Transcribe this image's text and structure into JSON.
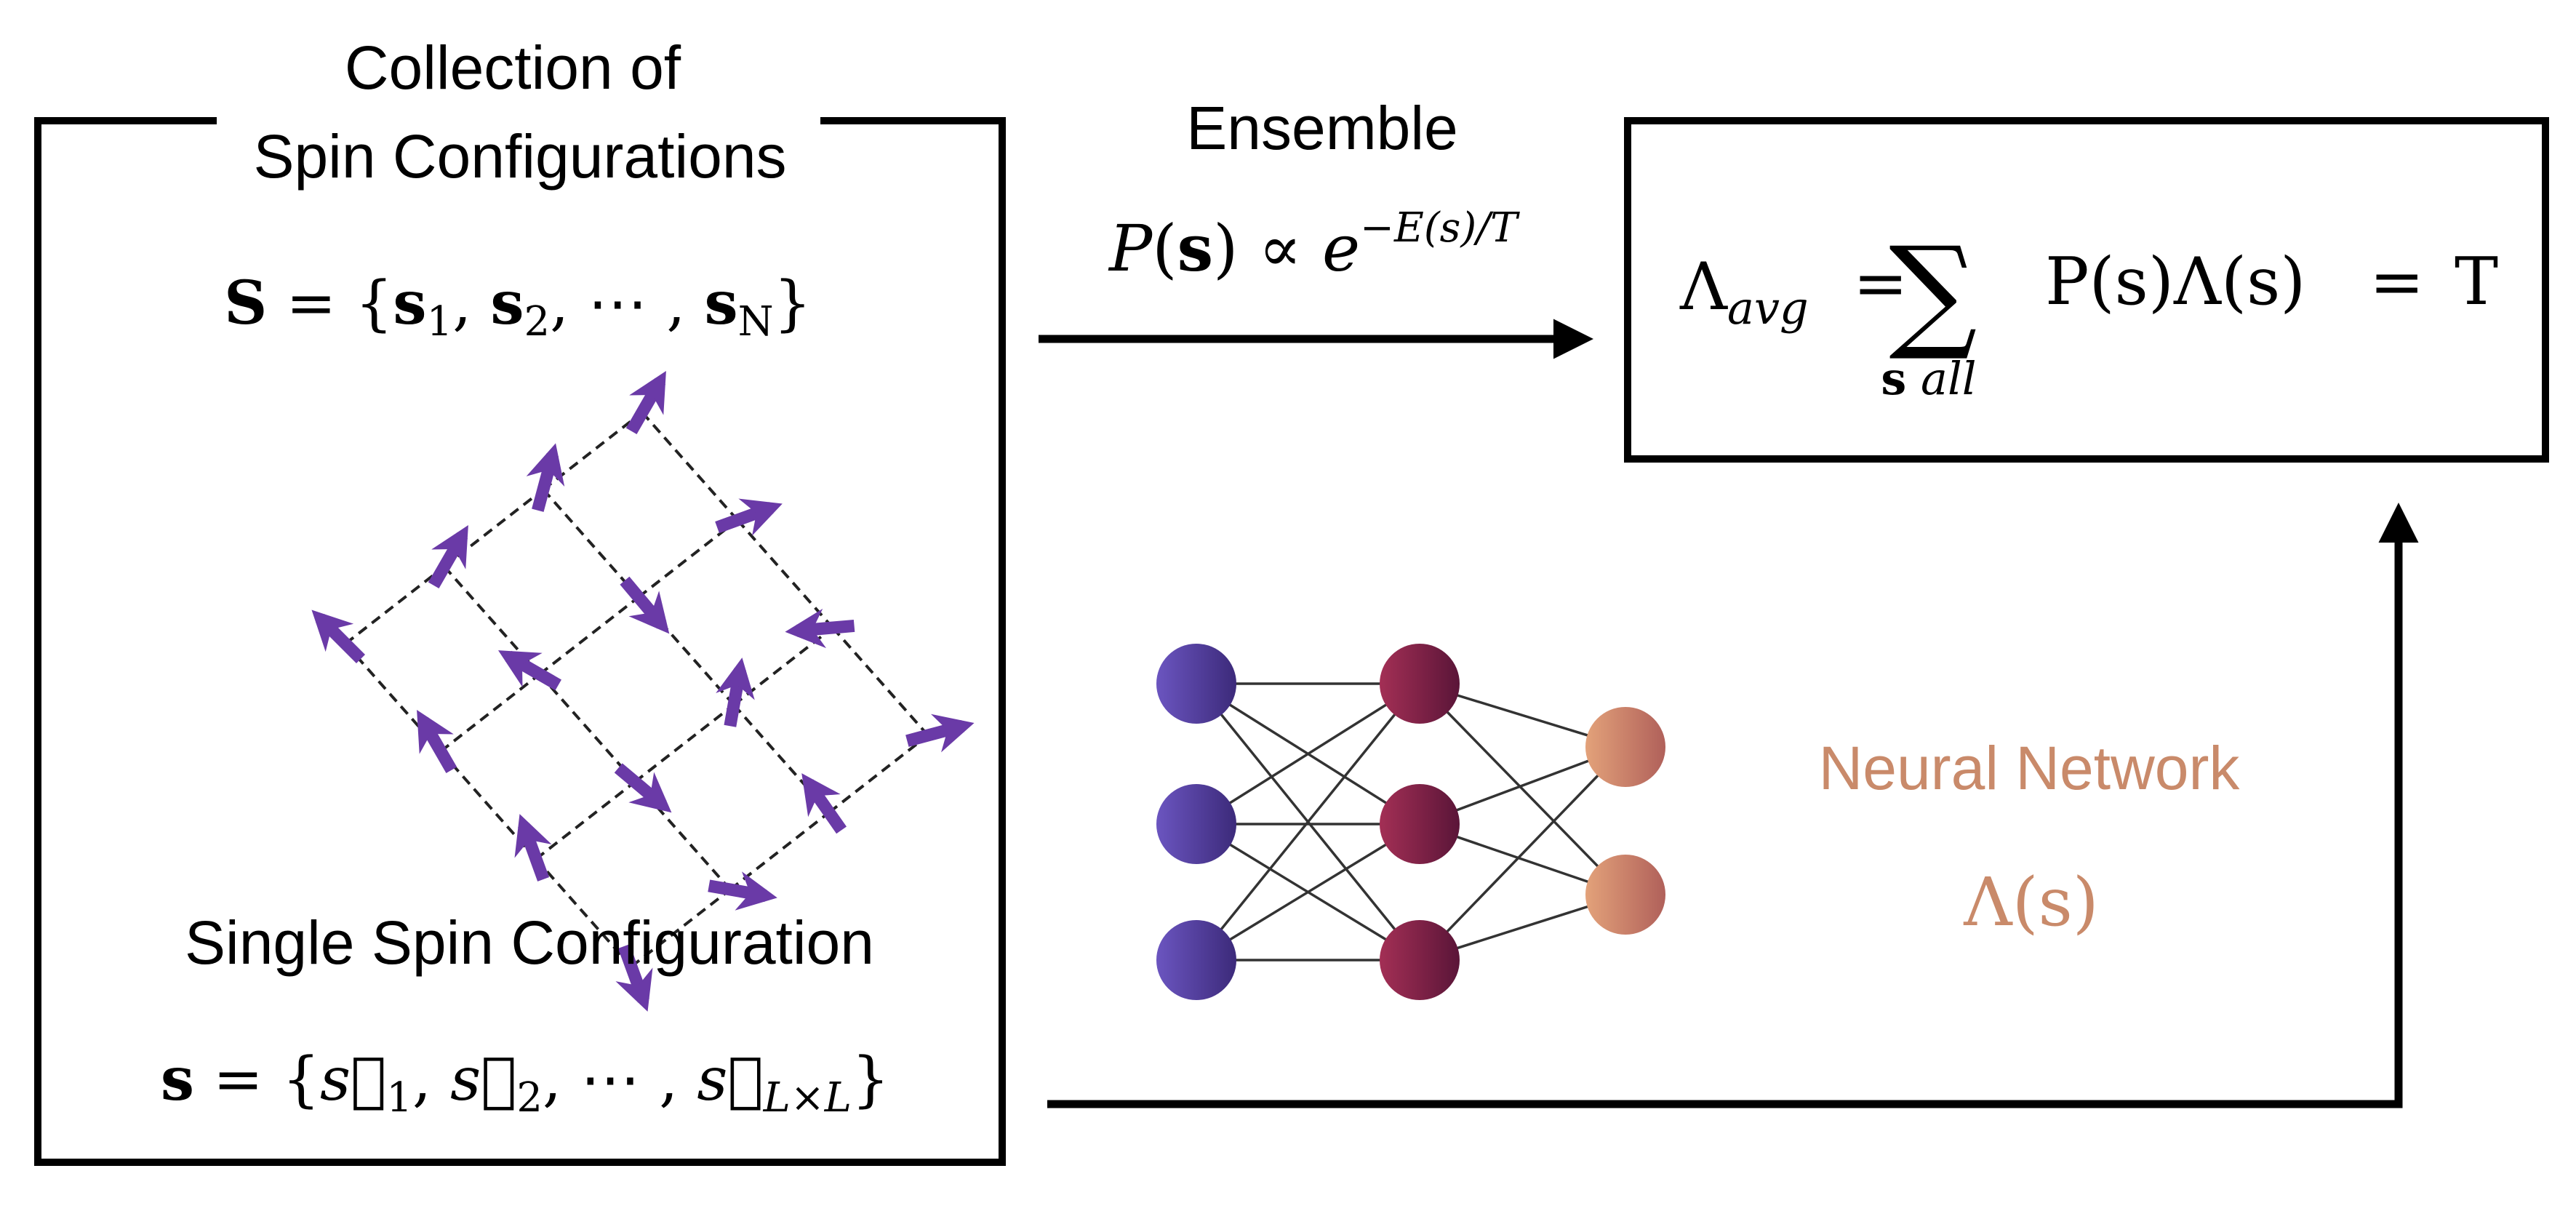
{
  "left_box": {
    "title_line1": "Collection of",
    "title_line2": "Spin Configurations",
    "collection_formula": {
      "lhs": "S",
      "eq": " = {",
      "s1": "s",
      "sub1": "1",
      "sep1": ", ",
      "s2": "s",
      "sub2": "2",
      "sep2": ", ⋯ , ",
      "sN": "s",
      "subN": "N",
      "close": "}"
    },
    "single_label": "Single Spin Configuration",
    "single_formula": {
      "lhs": "s",
      "eq": " = {",
      "v1": "s⃗",
      "sub1": "1",
      "sep1": ", ",
      "v2": "s⃗",
      "sub2": "2",
      "sep2": ", ⋯ , ",
      "vL": "s⃗",
      "subL": "L×L",
      "close": "}"
    }
  },
  "ensemble": {
    "label": "Ensemble",
    "formula": {
      "P": "P",
      "open": "(",
      "s": "s",
      "close_prop": ") ∝ ",
      "e": "e",
      "exponent": "−E(s)/T"
    }
  },
  "result_box": {
    "lhs": "Λ",
    "lhs_sub": "avg",
    "eq": "=",
    "sum": "∑",
    "sum_sub_bold": "s",
    "sum_sub_rest": " all",
    "term": "P(s)Λ(s)",
    "eq2": "=",
    "rhs": "T"
  },
  "network": {
    "label": "Neural Network",
    "function": "Λ(s)",
    "colors": {
      "input": "#5c45a6",
      "hidden": "#8a2346",
      "output": "#d08a68",
      "label": "#c98a6a"
    }
  },
  "lattice": {
    "arrow_color": "#6a3aa7",
    "line_color": "#222222"
  }
}
